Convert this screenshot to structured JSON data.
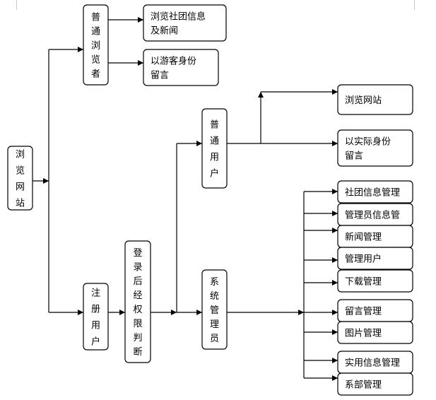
{
  "nodes": {
    "browse_site": {
      "lines": [
        "浏",
        "览",
        "网",
        "站"
      ]
    },
    "normal_browser": {
      "lines": [
        "普",
        "通",
        "浏",
        "览",
        "者"
      ]
    },
    "browse_club_news": {
      "lines": [
        "浏览社团信息",
        "及新闻"
      ]
    },
    "guest_message": {
      "lines": [
        "以游客身份",
        "留言"
      ]
    },
    "registered_user": {
      "lines": [
        "注",
        "册",
        "用",
        "户"
      ]
    },
    "login_permission": {
      "lines": [
        "登",
        "录",
        "后",
        "经",
        "权",
        "限",
        "判",
        "断"
      ]
    },
    "normal_user": {
      "lines": [
        "普",
        "通",
        "用",
        "户"
      ]
    },
    "user_browse_site": {
      "lines": [
        "浏览网站"
      ]
    },
    "real_identity_message": {
      "lines": [
        "以实际身份",
        "留言"
      ]
    },
    "system_admin": {
      "lines": [
        "系",
        "统",
        "管",
        "理",
        "员"
      ]
    },
    "club_info_mgmt": {
      "lines": [
        "社团信息管理"
      ]
    },
    "admin_info_mgmt": {
      "lines": [
        "管理员信息管"
      ]
    },
    "news_mgmt": {
      "lines": [
        "新闻管理"
      ]
    },
    "user_mgmt": {
      "lines": [
        "管理用户"
      ]
    },
    "download_mgmt": {
      "lines": [
        "下载管理"
      ]
    },
    "message_mgmt": {
      "lines": [
        "留言管理"
      ]
    },
    "image_mgmt": {
      "lines": [
        "图片管理"
      ]
    },
    "practical_info_mgmt": {
      "lines": [
        "实用信息管理"
      ]
    },
    "department_mgmt": {
      "lines": [
        "系部管理"
      ]
    }
  },
  "edges": [
    [
      "browse_site",
      "normal_browser"
    ],
    [
      "browse_site",
      "registered_user"
    ],
    [
      "normal_browser",
      "browse_club_news"
    ],
    [
      "normal_browser",
      "guest_message"
    ],
    [
      "registered_user",
      "login_permission"
    ],
    [
      "login_permission",
      "normal_user"
    ],
    [
      "login_permission",
      "system_admin"
    ],
    [
      "normal_user",
      "user_browse_site"
    ],
    [
      "normal_user",
      "real_identity_message"
    ],
    [
      "system_admin",
      "club_info_mgmt"
    ],
    [
      "system_admin",
      "admin_info_mgmt"
    ],
    [
      "system_admin",
      "news_mgmt"
    ],
    [
      "system_admin",
      "user_mgmt"
    ],
    [
      "system_admin",
      "download_mgmt"
    ],
    [
      "system_admin",
      "message_mgmt"
    ],
    [
      "system_admin",
      "image_mgmt"
    ],
    [
      "system_admin",
      "practical_info_mgmt"
    ],
    [
      "system_admin",
      "department_mgmt"
    ]
  ]
}
